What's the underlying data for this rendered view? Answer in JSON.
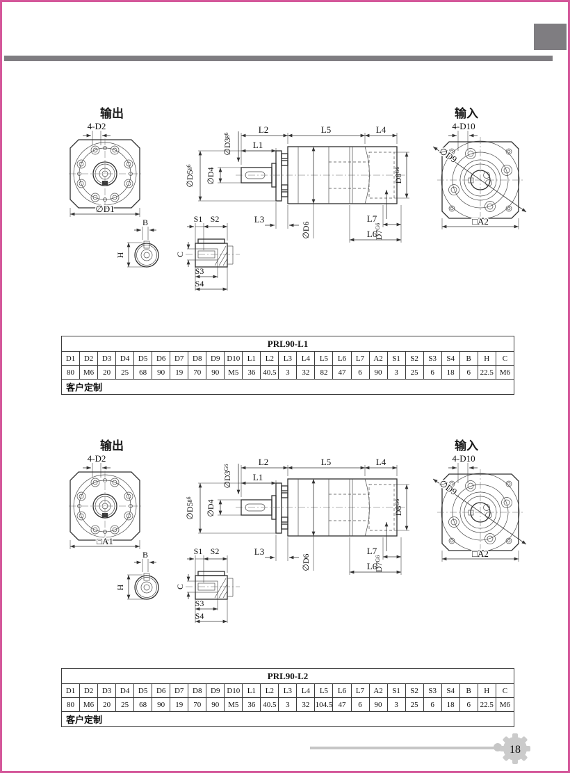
{
  "page": {
    "number": "18",
    "colors": {
      "border_pink": "#d4579a",
      "header_gray": "#7f7d81",
      "footer_gray": "#c6c6c6",
      "badge_gray": "#cbcbcb"
    }
  },
  "sections": [
    {
      "labels": {
        "output": "输出",
        "input": "输入",
        "front_bolt": "4-D2",
        "front_dim": "∅D1",
        "input_bolt": "4-D10",
        "input_dia": "∅D9",
        "input_dim": "□A2",
        "l1": "L1",
        "l2": "L2",
        "l3": "L3",
        "l4": "L4",
        "l5": "L5",
        "l6": "L6",
        "l7": "L7",
        "d3": "∅D3",
        "d3_fit": "g6",
        "d4": "∅D4",
        "d5": "∅D5",
        "d5_fit": "g6",
        "d6": "∅D6",
        "d7": "D7",
        "d7_fit": "G6",
        "d8": "D8",
        "d8_fit": "G6",
        "b": "B",
        "h": "H",
        "c": "C",
        "s1": "S1",
        "s2": "S2",
        "s3": "S3",
        "s4": "S4"
      },
      "table": {
        "title": "PRL90-L1",
        "headers": [
          "D1",
          "D2",
          "D3",
          "D4",
          "D5",
          "D6",
          "D7",
          "D8",
          "D9",
          "D10",
          "L1",
          "L2",
          "L3",
          "L4",
          "L5",
          "L6",
          "L7",
          "A2",
          "S1",
          "S2",
          "S3",
          "S4",
          "B",
          "H",
          "C"
        ],
        "values": [
          "80",
          "M6",
          "20",
          "25",
          "68",
          "90",
          "19",
          "70",
          "90",
          "M5",
          "36",
          "40.5",
          "3",
          "32",
          "82",
          "47",
          "6",
          "90",
          "3",
          "25",
          "6",
          "18",
          "6",
          "22.5",
          "M6"
        ],
        "footer": "客户定制"
      }
    },
    {
      "labels": {
        "output": "输出",
        "input": "输入",
        "front_bolt": "4-D2",
        "front_dim": "□A1",
        "input_bolt": "4-D10",
        "input_dia": "∅D9",
        "input_dim": "□A2",
        "l1": "L1",
        "l2": "L2",
        "l3": "L3",
        "l4": "L4",
        "l5": "L5",
        "l6": "L6",
        "l7": "L7",
        "d3": "∅D3",
        "d3_fit": "G6",
        "d4": "∅D4",
        "d5": "∅D5",
        "d5_fit": "g6",
        "d6": "∅D6",
        "d7": "D7",
        "d7_fit": "G6",
        "d8": "D8",
        "d8_fit": "G6",
        "b": "B",
        "h": "H",
        "c": "C",
        "s1": "S1",
        "s2": "S2",
        "s3": "S3",
        "s4": "S4"
      },
      "table": {
        "title": "PRL90-L2",
        "headers": [
          "D1",
          "D2",
          "D3",
          "D4",
          "D5",
          "D6",
          "D7",
          "D8",
          "D9",
          "D10",
          "L1",
          "L2",
          "L3",
          "L4",
          "L5",
          "L6",
          "L7",
          "A2",
          "S1",
          "S2",
          "S3",
          "S4",
          "B",
          "H",
          "C"
        ],
        "values": [
          "80",
          "M6",
          "20",
          "25",
          "68",
          "90",
          "19",
          "70",
          "90",
          "M5",
          "36",
          "40.5",
          "3",
          "32",
          "104.5",
          "47",
          "6",
          "90",
          "3",
          "25",
          "6",
          "18",
          "6",
          "22.5",
          "M6"
        ],
        "footer": "客户定制"
      }
    }
  ]
}
